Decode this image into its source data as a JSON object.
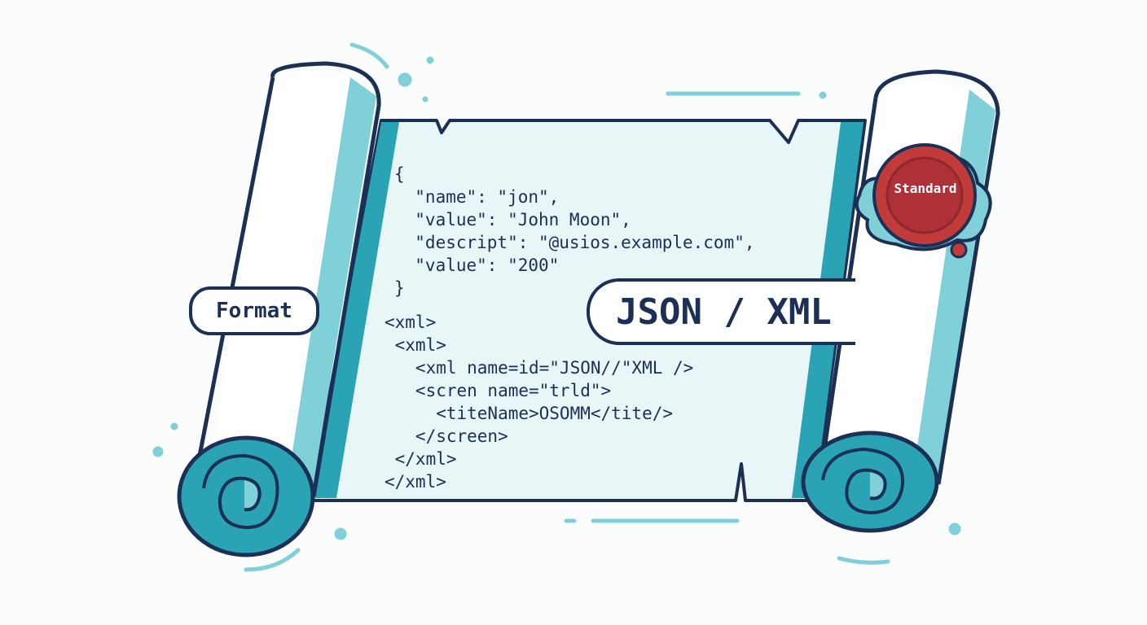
{
  "labels": {
    "format": "Format",
    "headline": "JSON / XML",
    "seal": "Standard"
  },
  "json_code": [
    "{",
    "  \"name\": \"jon\",",
    "  \"value\": \"John Moon\",",
    "  \"descript\": \"@usios.example.com\",",
    "  \"value\": \"200\"",
    "}"
  ],
  "xml_code": [
    "<xml>",
    " <xml>",
    "   <xml name=id=\"JSON//\"XML />",
    "   <scren name=\"trld\">",
    "     <titeName>OSOMM</tite/>",
    "   </screen>",
    " </xml>",
    "</xml>"
  ],
  "colors": {
    "outline": "#1c2f55",
    "teal": "#7fd0d8",
    "teal_dark": "#2aa3b4",
    "paper": "#e8f6f8",
    "seal_red": "#c23b3b",
    "seal_dark": "#9a2a2a"
  }
}
